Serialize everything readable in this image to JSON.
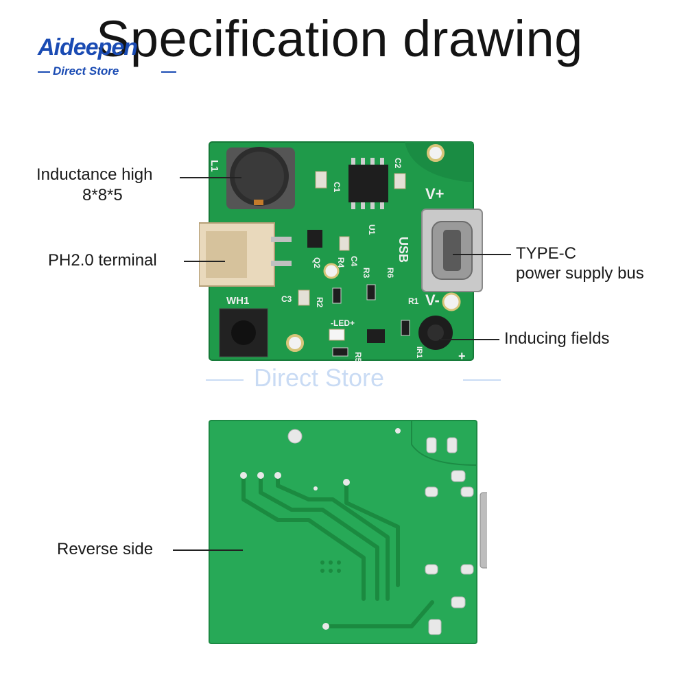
{
  "title": "Specification drawing",
  "brand": {
    "name": "Aideepen",
    "tagline": "Direct Store",
    "color": "#1a4bb3"
  },
  "watermark": {
    "tagline": "Direct Store"
  },
  "labels": {
    "inductance_line1": "Inductance high",
    "inductance_line2": "8*8*5",
    "terminal": "PH2.0 terminal",
    "typec_line1": "TYPE-C",
    "typec_line2": "power supply bus",
    "inducing": "Inducing fields",
    "reverse": "Reverse side"
  },
  "board_silkscreen": {
    "inductor": "L1",
    "usb": "USB",
    "v_plus": "V+",
    "v_minus": "V-",
    "c1": "C1",
    "c2": "C2",
    "c3": "C3",
    "c4": "C4",
    "u1": "U1",
    "q2": "Q2",
    "r1": "R1",
    "r2": "R2",
    "r3": "R3",
    "r4": "R4",
    "r5": "R5",
    "r6": "R6",
    "led": "-LED+",
    "wh1": "WH1",
    "ir1": "IR1",
    "plus": "+"
  },
  "colors": {
    "pcb_green": "#1f9a4a",
    "pcb_back": "#27a957",
    "trace": "#1b8a40"
  }
}
